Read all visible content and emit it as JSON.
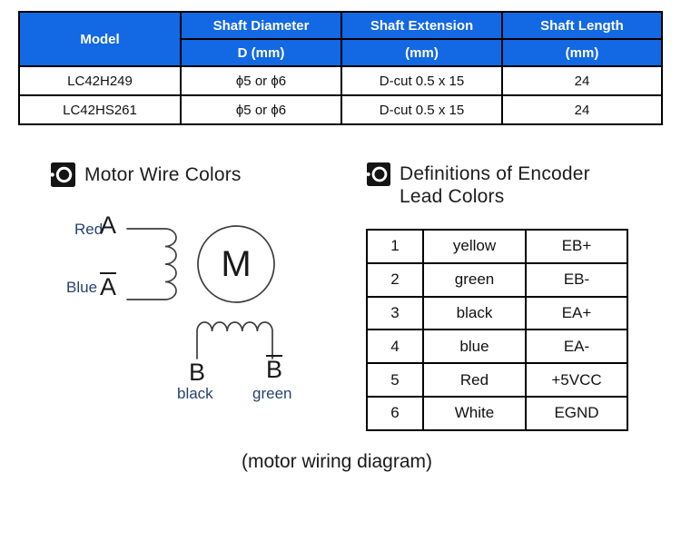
{
  "colors": {
    "table_header_bg": "#1368E3",
    "table_header_text": "#ffffff",
    "border_color": "#000000",
    "wire_label_color": "#274170"
  },
  "spec_table": {
    "columns": [
      {
        "label": "Model",
        "sublabel": ""
      },
      {
        "label": "Shaft Diameter",
        "sublabel": "D (mm)"
      },
      {
        "label": "Shaft Extension",
        "sublabel": "(mm)"
      },
      {
        "label": "Shaft Length",
        "sublabel": "(mm)"
      }
    ],
    "rows": [
      {
        "model": "LC42H249",
        "shaft_diameter": "ϕ5 or ϕ6",
        "shaft_extension": "D-cut 0.5 x 15",
        "shaft_length": "24"
      },
      {
        "model": "LC42HS261",
        "shaft_diameter": "ϕ5 or ϕ6",
        "shaft_extension": "D-cut 0.5 x 15",
        "shaft_length": "24"
      }
    ]
  },
  "motor_wire_section": {
    "title": "Motor Wire Colors",
    "icon": "bullseye-logo-icon",
    "phase_a": {
      "color_label": "Red",
      "terminal": "A"
    },
    "phase_a_bar": {
      "color_label": "Blue",
      "terminal": "A"
    },
    "motor_symbol": "M",
    "phase_b": {
      "terminal": "B",
      "color_label": "black"
    },
    "phase_b_bar": {
      "terminal": "B",
      "color_label": "green"
    }
  },
  "encoder_section": {
    "title_line1": "Definitions of Encoder",
    "title_line2": "Lead Colors",
    "icon": "bullseye-logo-icon",
    "rows": [
      {
        "pin": "1",
        "lead_color": "yellow",
        "signal": "EB+"
      },
      {
        "pin": "2",
        "lead_color": "green",
        "signal": "EB-"
      },
      {
        "pin": "3",
        "lead_color": "black",
        "signal": "EA+"
      },
      {
        "pin": "4",
        "lead_color": "blue",
        "signal": "EA-"
      },
      {
        "pin": "5",
        "lead_color": "Red",
        "signal": "+5VCC"
      },
      {
        "pin": "6",
        "lead_color": "White",
        "signal": "EGND"
      }
    ]
  },
  "caption": "(motor wiring diagram)"
}
